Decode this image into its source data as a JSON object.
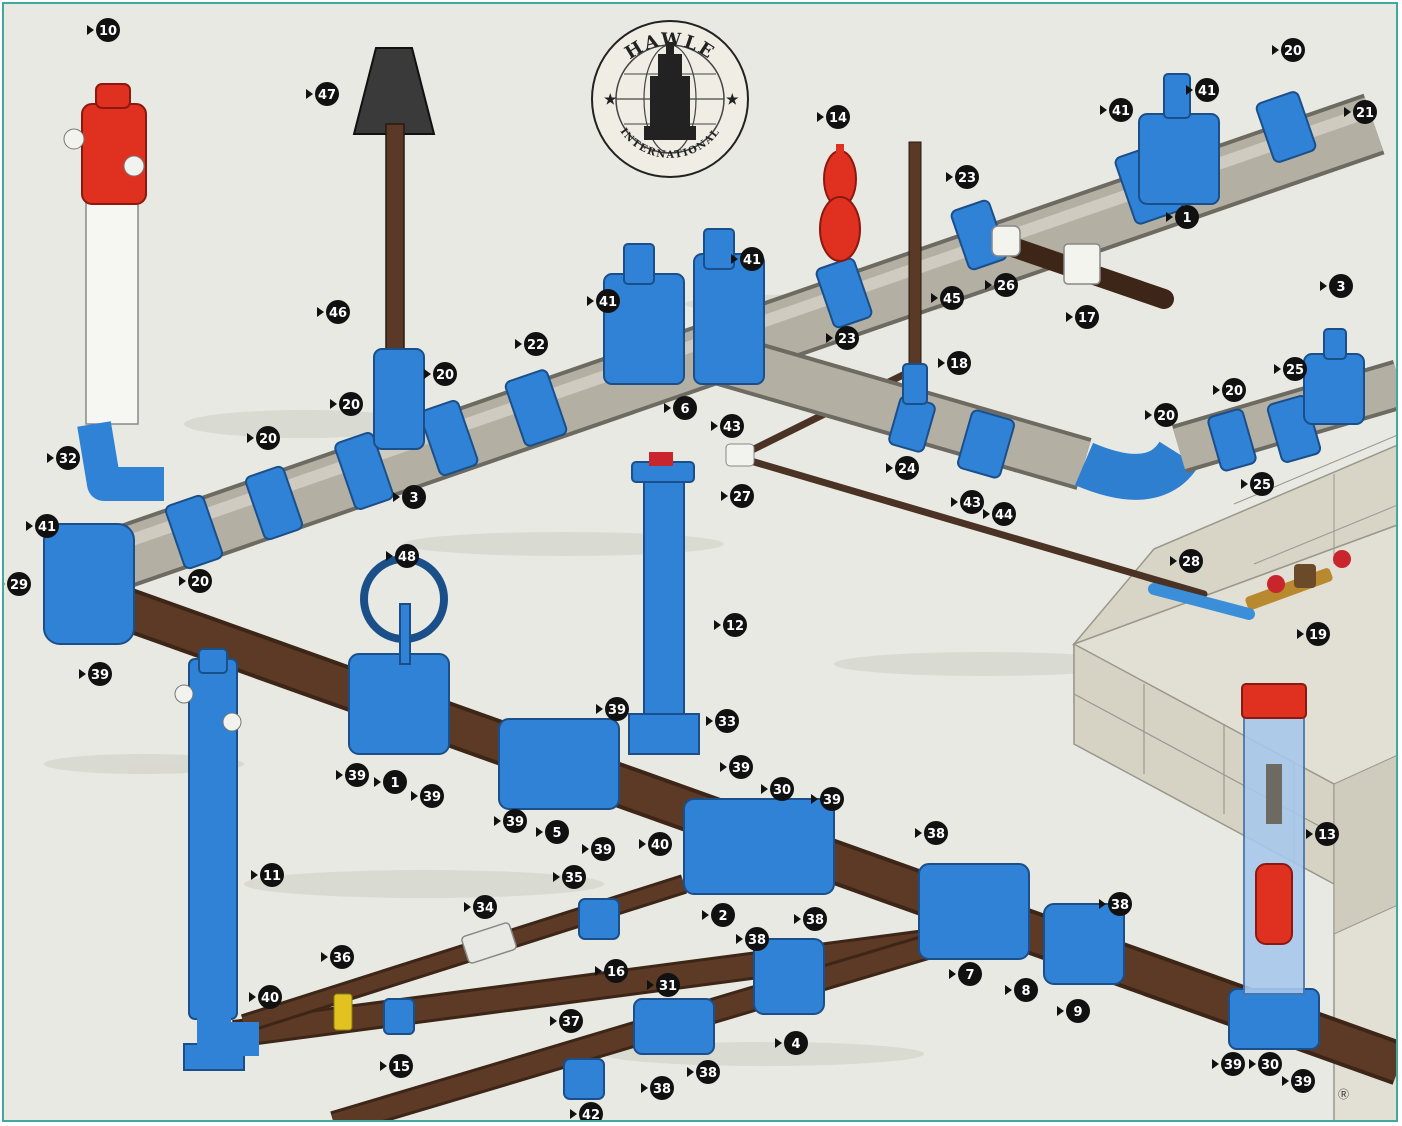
{
  "logo": {
    "top_text": "HAWLE",
    "bottom_text": "INTERNATIONAL"
  },
  "corner_mark": "Ⓡ",
  "callouts": [
    "10",
    "47",
    "14",
    "41",
    "20",
    "21",
    "41",
    "1",
    "23",
    "26",
    "17",
    "45",
    "23",
    "41",
    "46",
    "6",
    "43",
    "41",
    "22",
    "20",
    "20",
    "20",
    "3",
    "32",
    "18",
    "27",
    "24",
    "43",
    "44",
    "20",
    "20",
    "25",
    "25",
    "3",
    "41",
    "29",
    "20",
    "39",
    "48",
    "12",
    "28",
    "19",
    "39",
    "33",
    "39",
    "1",
    "39",
    "5",
    "39",
    "39",
    "30",
    "39",
    "39",
    "40",
    "38",
    "11",
    "2",
    "38",
    "34",
    "35",
    "16",
    "31",
    "38",
    "38",
    "7",
    "8",
    "9",
    "36",
    "40",
    "15",
    "37",
    "38",
    "38",
    "42",
    "4",
    "39",
    "30",
    "39",
    "13"
  ]
}
